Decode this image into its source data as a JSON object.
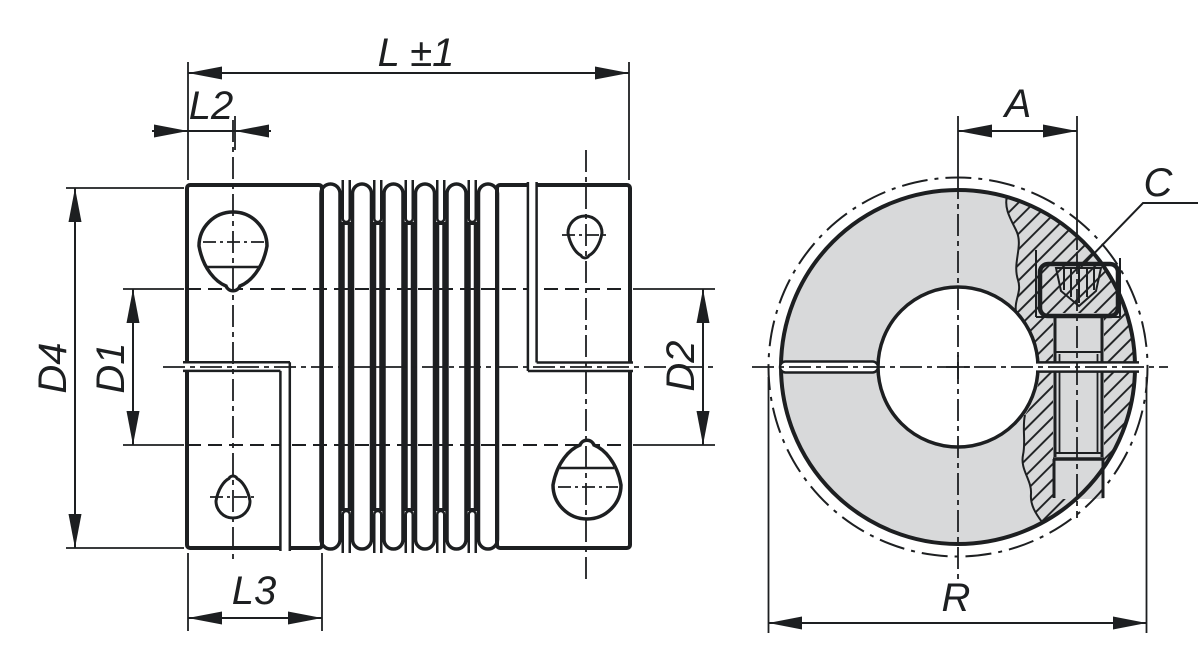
{
  "labels": {
    "l_total": "L ±1",
    "l2": "L2",
    "l3": "L3",
    "d4": "D4",
    "d1": "D1",
    "d2": "D2",
    "a": "A",
    "c": "C",
    "r": "R"
  },
  "colors": {
    "background": "#ffffff",
    "part_fill": "#d8d9da",
    "line": "#1d1f21"
  }
}
